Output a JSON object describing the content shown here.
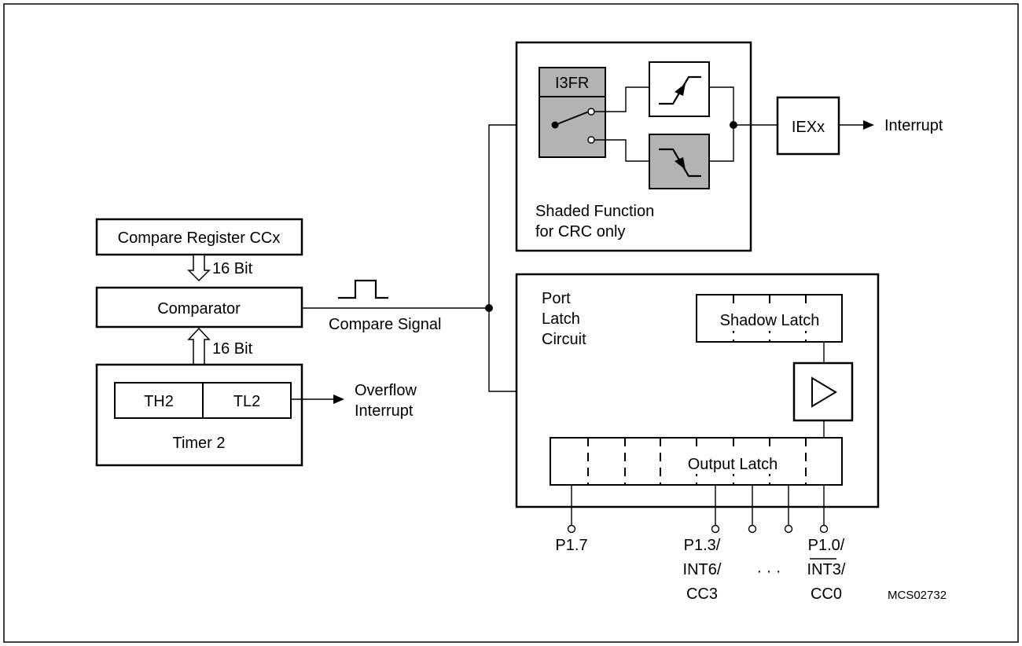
{
  "compare_register": "Compare Register CCx",
  "comparator": "Comparator",
  "bit_label_top": "16 Bit",
  "bit_label_bottom": "16 Bit",
  "timer": {
    "high": "TH2",
    "low": "TL2",
    "name": "Timer 2"
  },
  "overflow": [
    "Overflow",
    "Interrupt"
  ],
  "compare_signal": "Compare Signal",
  "edge_select": {
    "register": "I3FR",
    "note": [
      "Shaded Function",
      "for CRC only"
    ]
  },
  "iex": "IEXx",
  "interrupt": "Interrupt",
  "port_latch": [
    "Port",
    "Latch",
    "Circuit"
  ],
  "shadow_latch": "Shadow Latch",
  "output_latch": "Output Latch",
  "pins": {
    "p17": "P1.7",
    "p13": [
      "P1.3/",
      "INT6/",
      "CC3"
    ],
    "dots": "· · ·",
    "p10": [
      "P1.0/",
      "INT3/",
      "CC0"
    ]
  },
  "figure_code": "MCS02732"
}
